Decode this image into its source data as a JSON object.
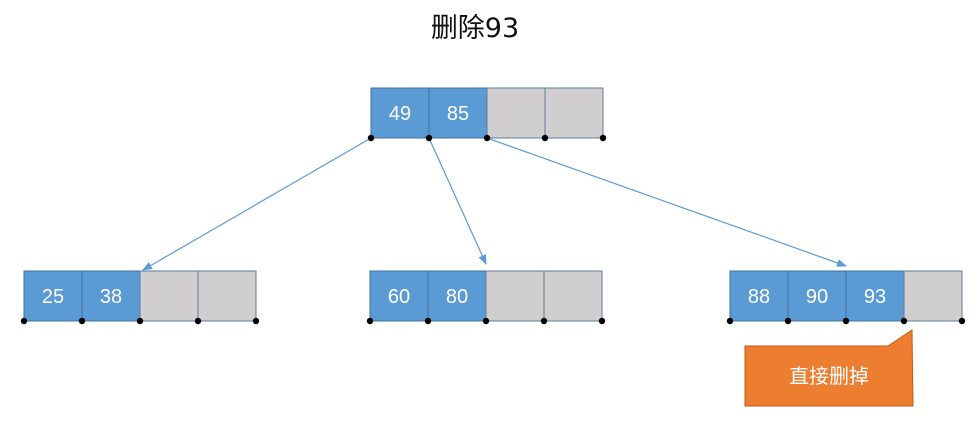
{
  "title": "删除93",
  "colors": {
    "filled": "#5b9bd5",
    "empty": "#d0cece",
    "border": "#41719c",
    "edge": "#5b9bd5",
    "callout": "#ed7d31"
  },
  "nodes": [
    {
      "id": "root",
      "keys": [
        "49",
        "85"
      ],
      "slots": 4
    },
    {
      "id": "leaf-1",
      "keys": [
        "25",
        "38"
      ],
      "slots": 4
    },
    {
      "id": "leaf-2",
      "keys": [
        "60",
        "80"
      ],
      "slots": 4
    },
    {
      "id": "leaf-3",
      "keys": [
        "88",
        "90",
        "93"
      ],
      "slots": 4
    }
  ],
  "edges": [
    {
      "from": "root",
      "to": "leaf-1"
    },
    {
      "from": "root",
      "to": "leaf-2"
    },
    {
      "from": "root",
      "to": "leaf-3"
    }
  ],
  "callout": {
    "text": "直接删掉",
    "target": "leaf-3"
  }
}
